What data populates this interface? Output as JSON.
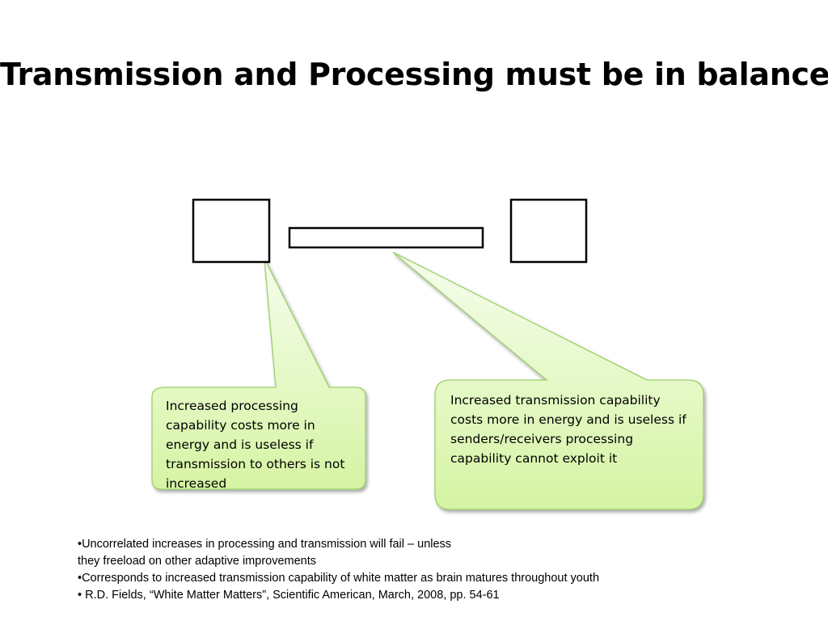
{
  "slide": {
    "title": "Transmission and Processing must be in balance"
  },
  "callouts": {
    "processing": "Increased processing capability costs more in energy  and is useless if transmission to others is not increased",
    "transmission": "Increased transmission capability costs more in energy  and is useless if senders/receivers processing capability cannot exploit it"
  },
  "notes": [
    "•Uncorrelated increases in processing and transmission will fail – unless",
    "they freeload on other adaptive improvements",
    "•Corresponds to increased transmission capability of white matter as brain matures throughout youth",
    "• R.D. Fields, “White Matter Matters”, Scientific American, March, 2008, pp. 54-61"
  ],
  "colors": {
    "callout_fill_top": "#f3fce6",
    "callout_fill_bottom": "#d6f5a6",
    "callout_stroke": "#9bcf6a",
    "shape_stroke": "#000000"
  }
}
